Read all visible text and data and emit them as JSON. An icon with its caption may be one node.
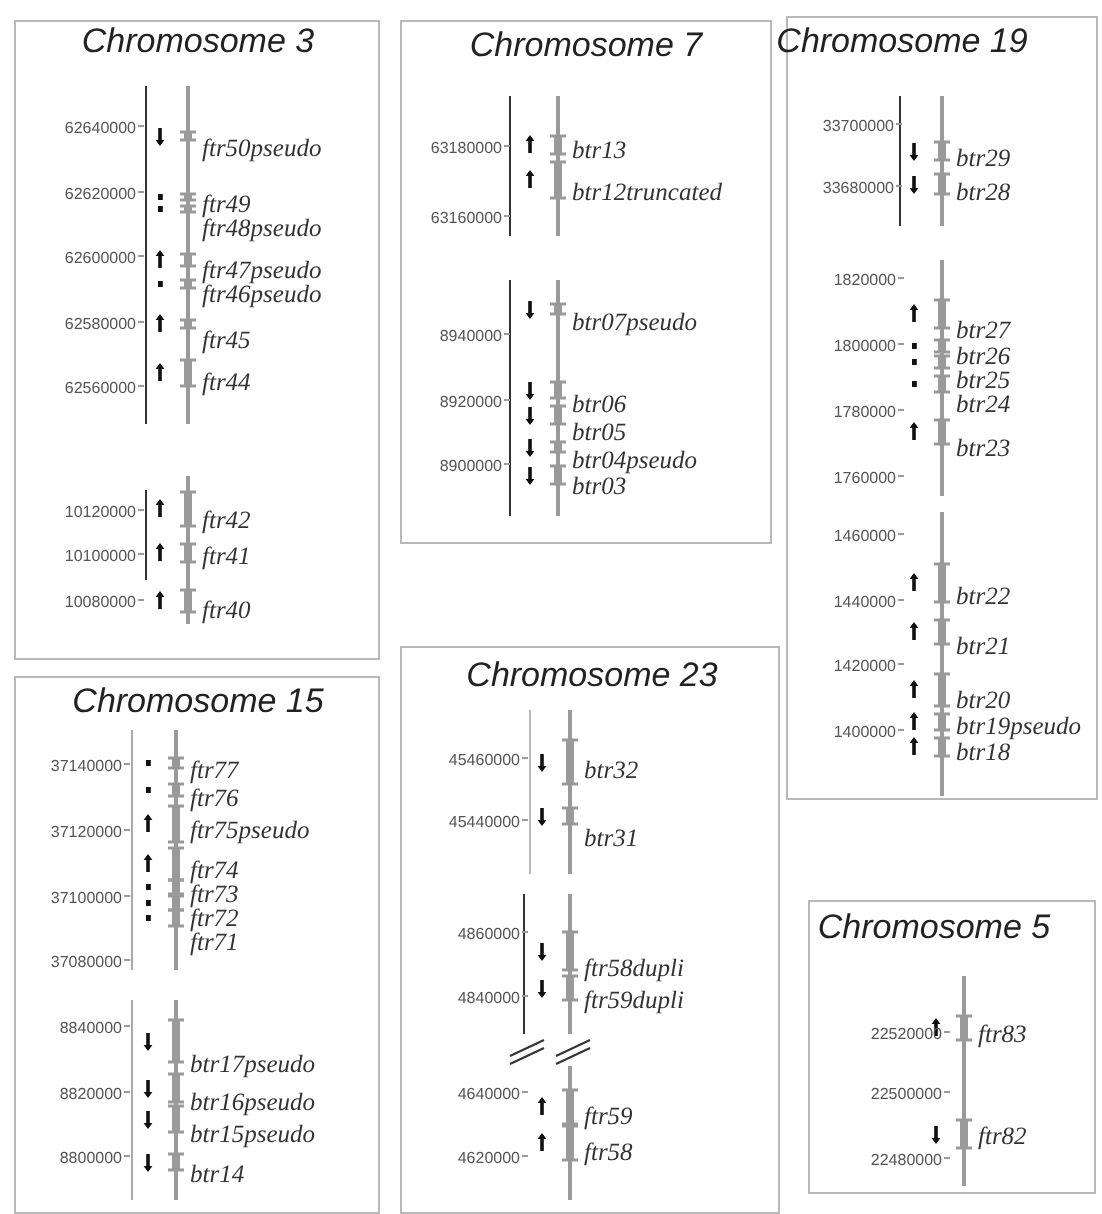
{
  "diagram": {
    "nodes": [
      {
        "text": [
          "Chromosome 3"
        ]
      },
      {
        "text": [
          "Chromosome 7"
        ]
      },
      {
        "text": [
          "Chromosome 19"
        ]
      },
      {
        "text": [
          "Chromosome 15"
        ]
      },
      {
        "text": [
          "Chromosome 23"
        ]
      },
      {
        "text": [
          "Chromosome 5"
        ]
      }
    ],
    "labels": [
      "62640000",
      "62620000",
      "62600000",
      "62580000",
      "62560000",
      "ftr50pseudo",
      "ftr49",
      "ftr48pseudo",
      "ftr47pseudo",
      "ftr46pseudo",
      "ftr45",
      "ftr44",
      "10120000",
      "10100000",
      "10080000",
      "ftr42",
      "ftr41",
      "ftr40",
      "63180000",
      "63160000",
      "btr13",
      "btr12truncated",
      "8940000",
      "8920000",
      "8900000",
      "btr07pseudo",
      "btr06",
      "btr05",
      "btr04pseudo",
      "btr03",
      "33700000",
      "33680000",
      "btr29",
      "btr28",
      "1820000",
      "1800000",
      "1780000",
      "1760000",
      "btr27",
      "btr26",
      "btr25",
      "btr24",
      "btr23",
      "1460000",
      "1440000",
      "1420000",
      "1400000",
      "btr22",
      "btr21",
      "btr20",
      "btr19pseudo",
      "btr18",
      "37140000",
      "37120000",
      "37100000",
      "37080000",
      "ftr77",
      "ftr76",
      "ftr75pseudo",
      "ftr74",
      "ftr73",
      "ftr72",
      "ftr71",
      "8840000",
      "8820000",
      "8800000",
      "btr17pseudo",
      "btr16pseudo",
      "btr15pseudo",
      "btr14",
      "45460000",
      "45440000",
      "btr32",
      "btr31",
      "4860000",
      "4840000",
      "4640000",
      "4620000",
      "ftr58dupli",
      "ftr59dupli",
      "ftr59",
      "ftr58",
      "22520000",
      "22500000",
      "22480000",
      "ftr83",
      "ftr82"
    ]
  }
}
